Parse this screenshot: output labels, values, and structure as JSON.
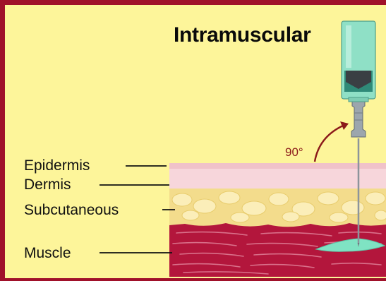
{
  "title": "Intramuscular",
  "angle_label": "90°",
  "layers": [
    {
      "name": "Epidermis",
      "color": "#f3c9cf"
    },
    {
      "name": "Dermis",
      "color": "#f5d3d8"
    },
    {
      "name": "Subcutaneous",
      "color": "#f4e19a"
    },
    {
      "name": "Muscle",
      "color": "#b3163c"
    }
  ],
  "colors": {
    "background": "#fdf59a",
    "border": "#a0112a",
    "syringe_barrel": "#8fe0c6",
    "medication": "#2f8a78",
    "needle": "#9aa0a6",
    "arrow": "#8b1a1a"
  }
}
